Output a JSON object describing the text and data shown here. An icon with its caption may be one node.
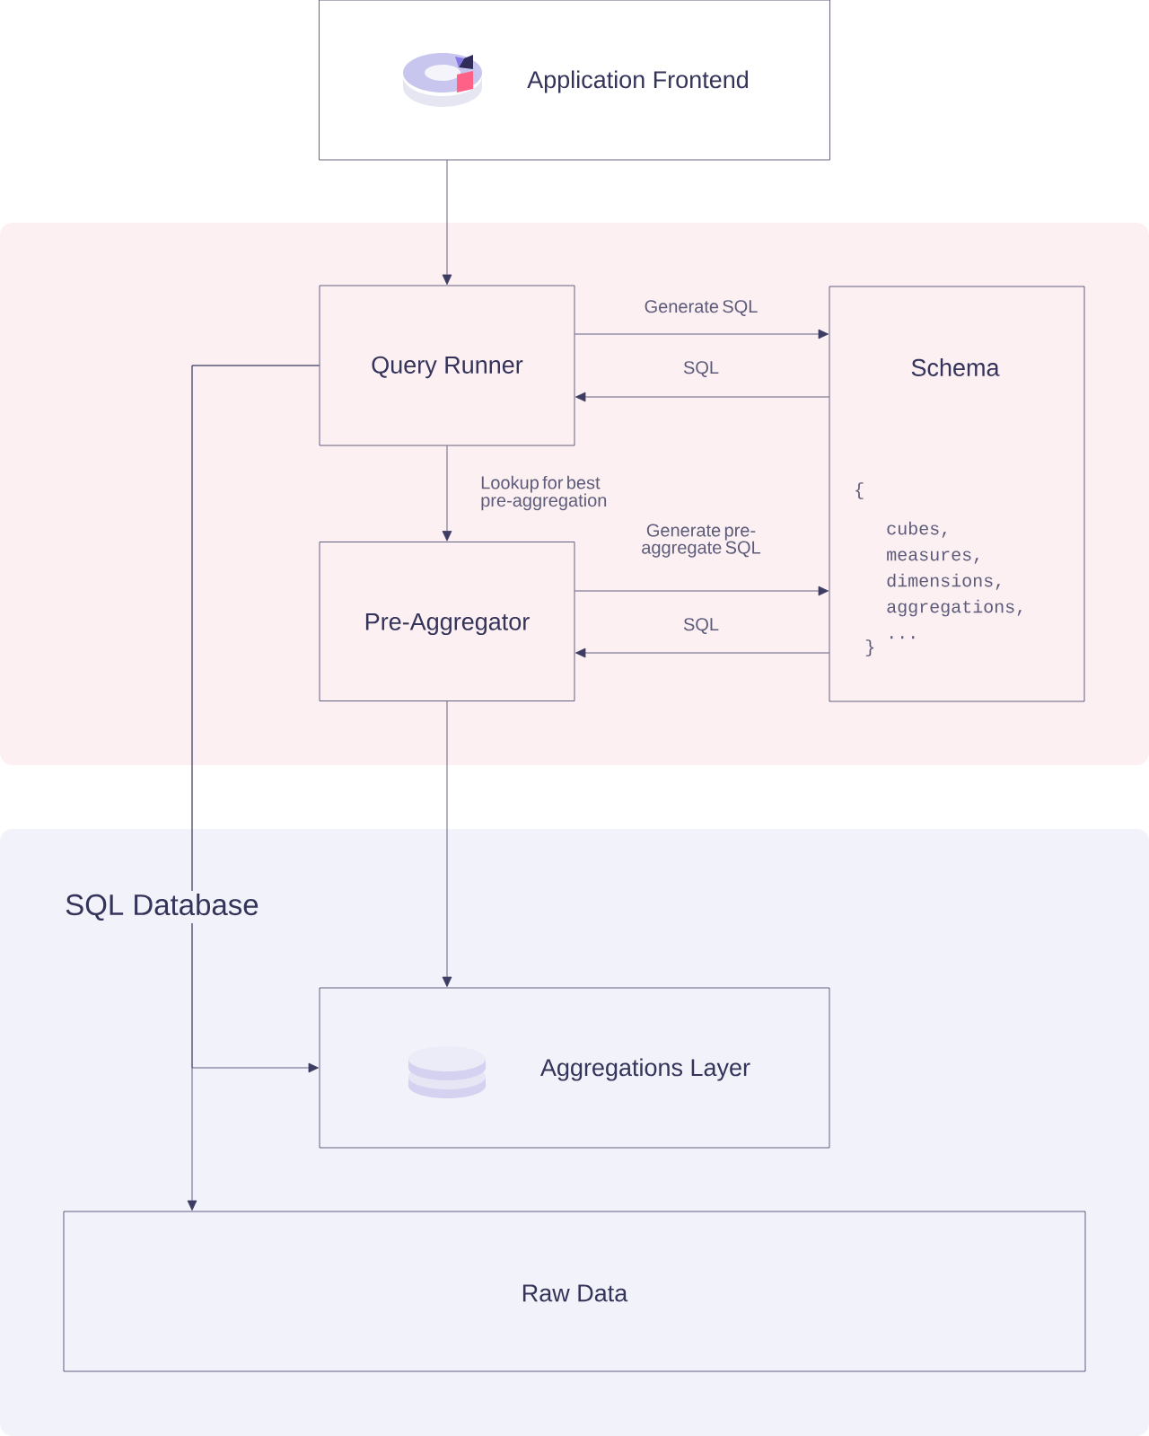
{
  "diagram": {
    "nodes": [
      {
        "text": [
          "Application Frontend"
        ]
      },
      {
        "text": [],
        "shape": "band"
      },
      {
        "text": [
          "Query Runner"
        ],
        "in": 1
      },
      {
        "text": [
          "Schema",
          "{",
          "cubes, measures, dimensions, aggregations, ...",
          "}"
        ],
        "in": 1
      },
      {
        "text": [
          "Pre-Aggregator"
        ],
        "in": 1
      },
      {
        "text": [
          "SQL Database"
        ]
      },
      {
        "text": [
          "Aggregations Layer"
        ],
        "in": 5
      },
      {
        "text": [
          "Raw Data"
        ],
        "in": 5
      }
    ],
    "edges": [
      {
        "from": 0,
        "to": 2,
        "arrow": "to"
      },
      {
        "from": 2,
        "to": 3,
        "arrow": "to",
        "label": "Generate SQL"
      },
      {
        "from": 3,
        "to": 2,
        "arrow": "to",
        "label": "SQL"
      },
      {
        "from": 2,
        "to": 4,
        "arrow": "to",
        "label": "Lookup for best pre-aggregation"
      },
      {
        "from": 4,
        "to": 3,
        "arrow": "to",
        "label": "Generate pre-aggregate SQL"
      },
      {
        "from": 3,
        "to": 4,
        "arrow": "to",
        "label": "SQL"
      },
      {
        "from": 4,
        "to": 6,
        "arrow": "to"
      },
      {
        "from": 2,
        "to": 6,
        "arrow": "to"
      },
      {
        "from": 2,
        "to": 7,
        "arrow": "to"
      }
    ]
  }
}
